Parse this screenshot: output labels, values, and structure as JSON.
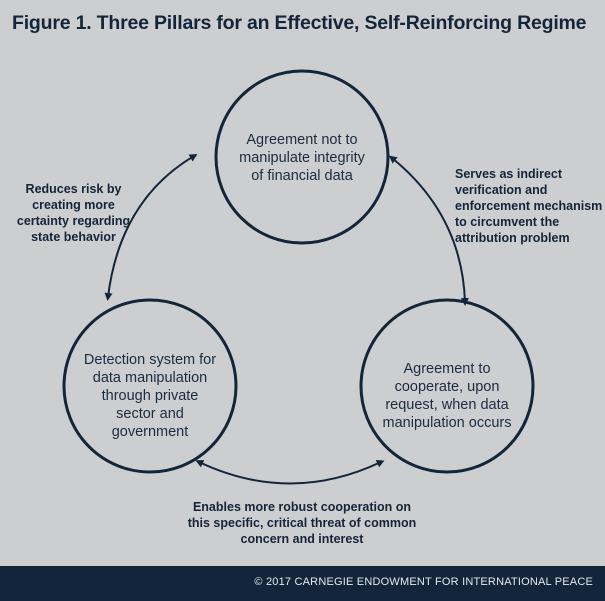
{
  "title": "Figure 1. Three Pillars for an Effective, Self-Reinforcing Regime",
  "nodes": {
    "top": "Agreement not to manipulate integrity of financial data",
    "left": "Detection system for data manipulation through private sector and government",
    "right": "Agreement to cooperate, upon request, when data manipulation occurs"
  },
  "edges": {
    "left_top": "Reduces risk by creating more certainty regarding state behavior",
    "top_right": "Serves as indirect verification and enforcement mechanism to circumvent the attribution problem",
    "left_right": "Enables more robust cooperation on this specific, critical threat of common concern and interest"
  },
  "footer": "© 2017 CARNEGIE ENDOWMENT FOR INTERNATIONAL PEACE",
  "colors": {
    "background": "#cdcecf",
    "ink": "#13253a",
    "footer_bg": "#13253a",
    "footer_text": "#e6e8ec"
  }
}
